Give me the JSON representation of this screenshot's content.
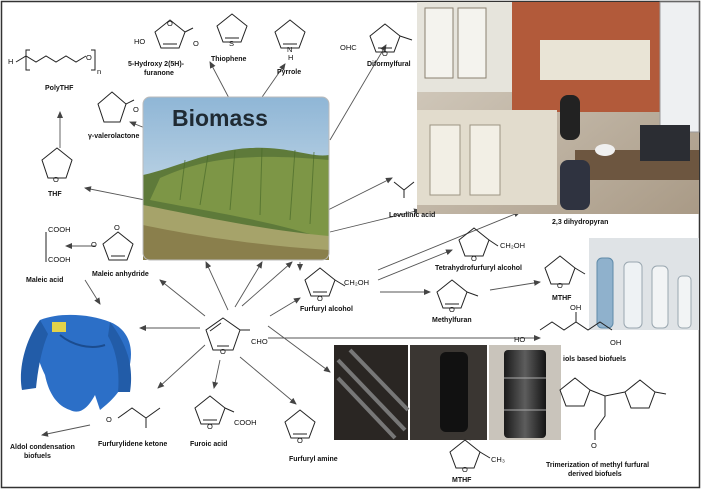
{
  "center_label": "CHO",
  "photos": {
    "biomass": {
      "title": "Biomass"
    }
  },
  "compounds": [
    {
      "id": "polythf",
      "label": "PolyTHF"
    },
    {
      "id": "hydroxyfuranone",
      "label": "5-Hydroxy 2(5H)-",
      "label2": "furanone"
    },
    {
      "id": "thiophene",
      "label": "Thiophene"
    },
    {
      "id": "pyrrole",
      "label": "Pyrrole"
    },
    {
      "id": "diformylfuran",
      "label": "Diformylfural"
    },
    {
      "id": "gvl",
      "label": "γ-valerolactone"
    },
    {
      "id": "thf",
      "label": "THF"
    },
    {
      "id": "levulinic",
      "label": "Levulinic acid"
    },
    {
      "id": "dhp",
      "label": "2,3 dihydropyran"
    },
    {
      "id": "maleic",
      "label": "Maleic acid"
    },
    {
      "id": "maleicanh",
      "label": "Maleic anhydride"
    },
    {
      "id": "thfa",
      "label": "Tetrahydrofurfuryl alcohol"
    },
    {
      "id": "mthf1",
      "label": "MTHF"
    },
    {
      "id": "furfurylalc",
      "label": "Furfuryl alcohol"
    },
    {
      "id": "methylfuran",
      "label": "Methylfuran"
    },
    {
      "id": "polyols",
      "label": "iols based biofuels"
    },
    {
      "id": "aldol",
      "label": "Aldol condensation",
      "label2": "biofuels"
    },
    {
      "id": "furfurylidene",
      "label": "Furfurylidene ketone"
    },
    {
      "id": "furoic",
      "label": "Furoic acid"
    },
    {
      "id": "furfurylamine",
      "label": "Furfuryl amine"
    },
    {
      "id": "mthf2",
      "label": "MTHF"
    },
    {
      "id": "trimer",
      "label": "Trimerization of methyl furfural",
      "label2": "derived biofuels"
    }
  ],
  "atoms": {
    "ho": "HO",
    "ho2": "HO",
    "o": "O",
    "s": "S",
    "n": "N",
    "h": "H",
    "n_sub": "n",
    "ohc": "OHC",
    "cooh": "COOH",
    "ch2oh": "CH₂OH",
    "oh": "OH",
    "ch3": "CH₃"
  }
}
